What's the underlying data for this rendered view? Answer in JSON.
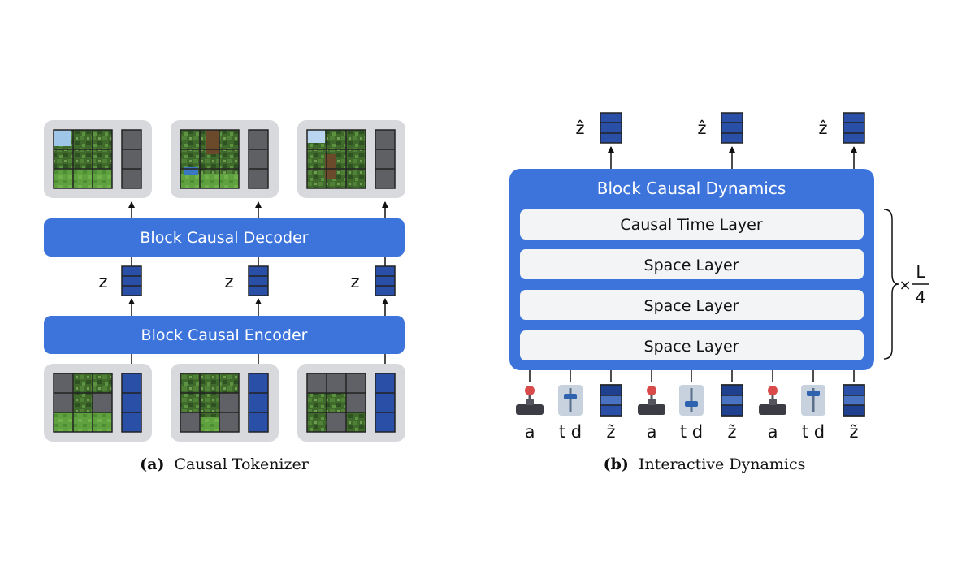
{
  "left_panel": {
    "caption_prefix": "(a)",
    "caption_text": "Causal Tokenizer",
    "decoder_label": "Block Causal Decoder",
    "encoder_label": "Block Causal Encoder",
    "latent_label": "z",
    "frame_count": 3,
    "colors": {
      "block": "#3c74dc",
      "frame_bg": "#d8d9dd",
      "token_blue": "#2a4fa6",
      "token_gray": "#5f6063",
      "mask_gray": "#606166"
    }
  },
  "right_panel": {
    "caption_prefix": "(b)",
    "caption_text": "Interactive Dynamics",
    "dynamics_title": "Block Causal Dynamics",
    "layers": [
      "Causal Time Layer",
      "Space Layer",
      "Space Layer",
      "Space Layer"
    ],
    "output_label": "ẑ",
    "multiplier": {
      "times": "×",
      "numerator": "L",
      "denominator": "4"
    },
    "inputs": [
      {
        "icon": "joystick-icon",
        "label": "a"
      },
      {
        "icon": "slider-icon",
        "label": "t d"
      },
      {
        "icon": "latent-token-icon",
        "label": "z̃"
      },
      {
        "icon": "joystick-icon",
        "label": "a"
      },
      {
        "icon": "slider-icon",
        "label": "t d"
      },
      {
        "icon": "latent-token-icon",
        "label": "z̃"
      },
      {
        "icon": "joystick-icon",
        "label": "a"
      },
      {
        "icon": "slider-icon",
        "label": "t d"
      },
      {
        "icon": "latent-token-icon",
        "label": "z̃"
      }
    ],
    "colors": {
      "block": "#3c74dc",
      "layer_bg": "#f3f4f6",
      "token_dark": "#1f3f8f",
      "token_mid": "#4a72c2"
    }
  }
}
